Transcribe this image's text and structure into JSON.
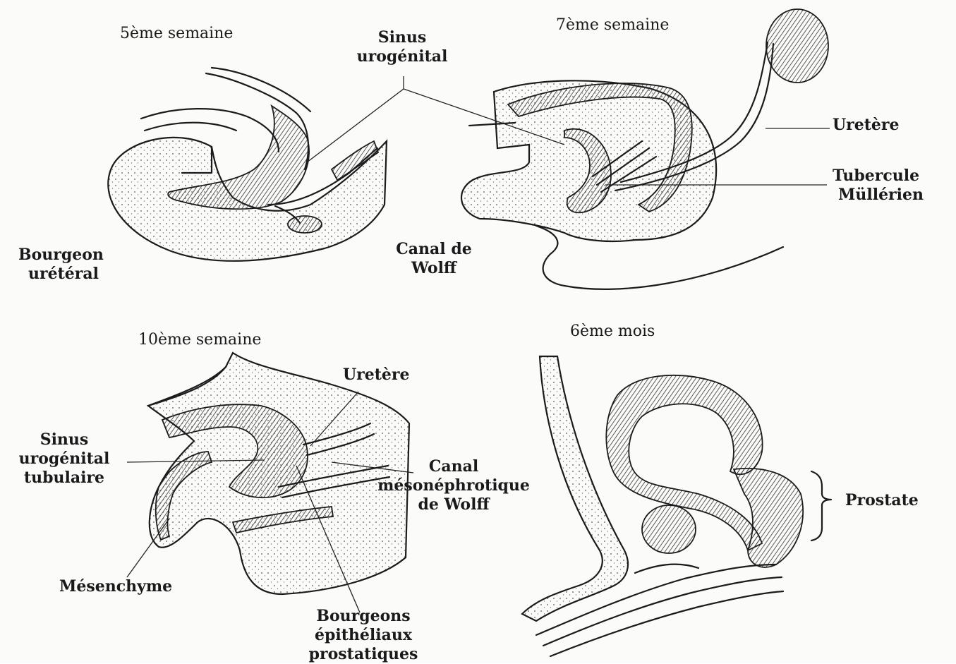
{
  "panels": [
    {
      "id": "5eme-semaine",
      "title": "5ème semaine"
    },
    {
      "id": "7eme-semaine",
      "title": "7ème semaine"
    },
    {
      "id": "10eme-semaine",
      "title": "10ème semaine"
    },
    {
      "id": "6eme-mois",
      "title": "6ème mois"
    }
  ],
  "labels": {
    "sinus_urogenital": [
      "Sinus",
      "urogénital"
    ],
    "bourgeon_ureteral": [
      "Bourgeon",
      "urétéral"
    ],
    "canal_de_wolff": [
      "Canal de",
      "Wolff"
    ],
    "uretere_top": "Uretère",
    "tubercule_mullerien": [
      "Tubercule",
      "Müllérien"
    ],
    "uretere_bottom": "Uretère",
    "sinus_urogenital_tubulaire": [
      "Sinus",
      "urogénital",
      "tubulaire"
    ],
    "canal_mesonephrotique": [
      "Canal",
      "mésonéphrotique",
      "de Wolff"
    ],
    "mesenchyme": "Mésenchyme",
    "bourgeons_epitheliaux": [
      "Bourgeons",
      "épithéliaux",
      "prostatiques"
    ],
    "prostate": "Prostate"
  }
}
